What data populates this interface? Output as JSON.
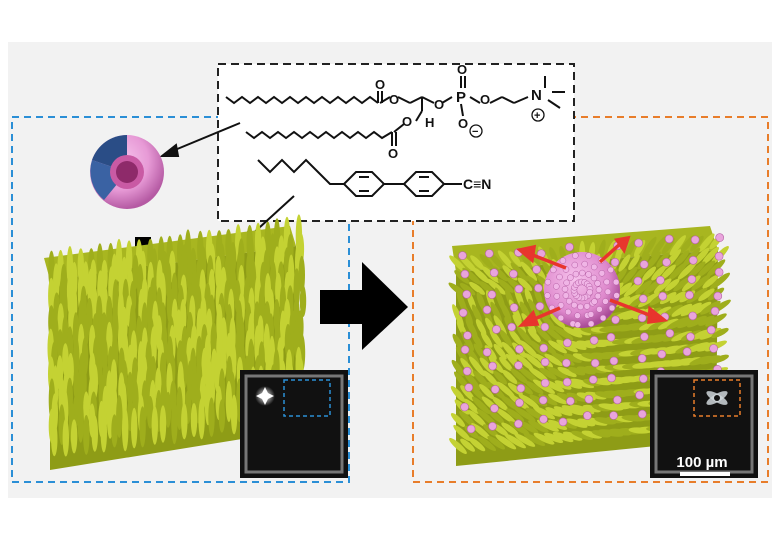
{
  "molecules": {
    "lipid_atoms": {
      "oxygen": "O",
      "phosphorus": "P",
      "nitrogen": "N",
      "hydrogen": "H",
      "plus": "+",
      "minus": "−"
    },
    "liquid_crystal_atoms": {
      "nitrile": "C≡N"
    }
  },
  "micrographs": {
    "right_scale_bar": "100 µm"
  },
  "colors": {
    "left_frame": "#2b8fd6",
    "right_frame": "#e87d2a",
    "molecule_frame": "#222222",
    "lc_fiber": "#b8c826",
    "vesicle_pink": "#e79ad6",
    "vesicle_core": "#2a4d86",
    "arrow_red": "#e8352d",
    "big_arrow": "#000000"
  },
  "icons": {
    "down_arrow": "down-arrow-icon",
    "right_arrow": "right-arrow-icon"
  }
}
